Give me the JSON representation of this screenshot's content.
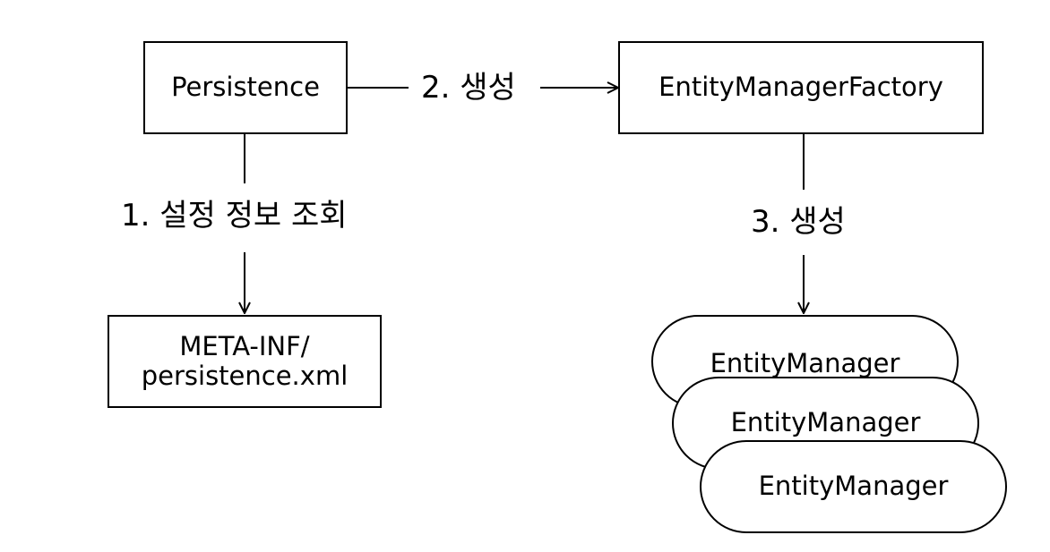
{
  "nodes": {
    "persistence": {
      "label": "Persistence"
    },
    "emf": {
      "label": "EntityManagerFactory"
    },
    "meta_inf": {
      "line1": "META-INF/",
      "line2": "persistence.xml"
    },
    "entity_managers": [
      "EntityManager",
      "EntityManager",
      "EntityManager"
    ]
  },
  "edges": {
    "step1": "1. 설정 정보 조회",
    "step2": "2. 생성",
    "step3": "3. 생성"
  }
}
